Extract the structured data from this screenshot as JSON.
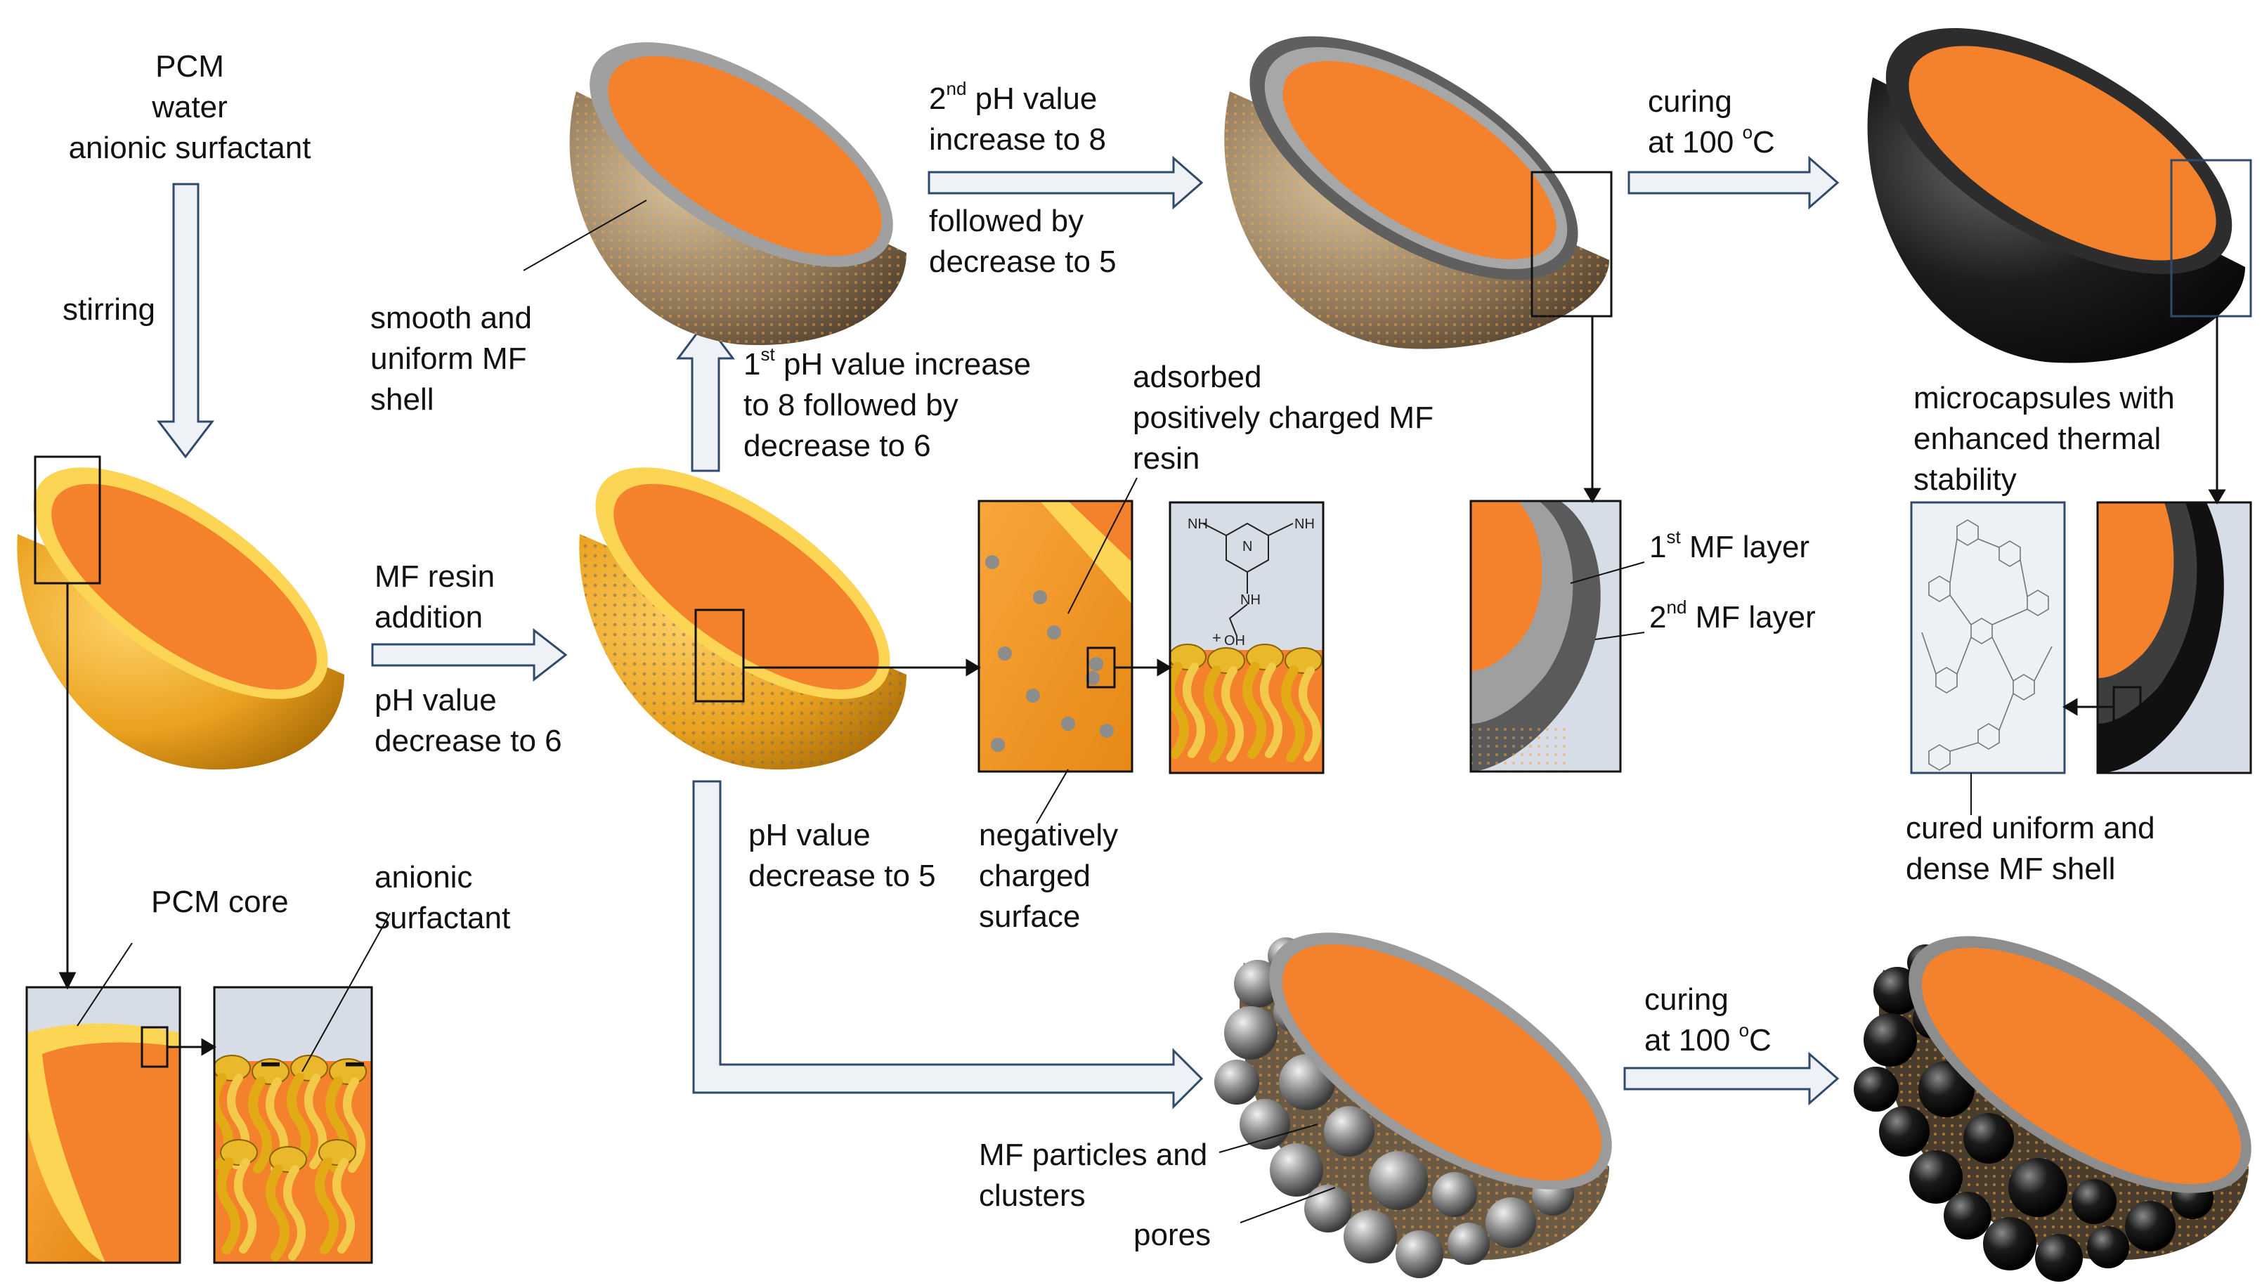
{
  "labels": {
    "inputs": [
      "PCM",
      "water",
      "anionic surfactant"
    ],
    "stirring": "stirring",
    "mf_resin_addition": [
      "MF resin",
      "addition"
    ],
    "ph_decrease_6": [
      "pH value",
      "decrease to 6"
    ],
    "smooth_shell": [
      "smooth and",
      "uniform MF",
      "shell"
    ],
    "first_ph": {
      "ordinal": "1",
      "sup": "st",
      "line1_rest": " pH value increase",
      "line2": "to 8 followed by",
      "line3": "decrease to 6"
    },
    "second_ph": {
      "ordinal": "2",
      "sup": "nd",
      "line1_rest": " pH value",
      "line2": "increase to 8",
      "line3": "followed by",
      "line4": "decrease to 5"
    },
    "curing_top": [
      "curing",
      "at 100 ",
      "C"
    ],
    "curing_bottom": [
      "curing",
      "at 100 ",
      "C"
    ],
    "degree_sup": "o",
    "adsorbed": [
      "adsorbed",
      "positively charged MF",
      "resin"
    ],
    "negatively": [
      "negatively",
      "charged",
      "surface"
    ],
    "ph_decrease_5": [
      "pH value",
      "decrease to 5"
    ],
    "first_layer": {
      "ordinal": "1",
      "sup": "st",
      "rest": " MF layer"
    },
    "second_layer": {
      "ordinal": "2",
      "sup": "nd",
      "rest": " MF layer"
    },
    "microcapsules": [
      "microcapsules with",
      "enhanced thermal",
      "stability"
    ],
    "cured_shell": [
      "cured uniform and",
      "dense MF shell"
    ],
    "pcm_core": "PCM core",
    "anionic_surfactant": [
      "anionic",
      "surfactant"
    ],
    "mf_particles": [
      "MF particles and",
      "clusters"
    ],
    "pores": "pores",
    "chem_nh": "NH",
    "chem_n": "N",
    "chem_oh2": "OH",
    "chem_plus": "+",
    "chem_minus": "−"
  },
  "colors": {
    "pcm_orange": "#f4812c",
    "gold": "#f2b233",
    "light_gold": "#fcd555",
    "mf_gray": "#9a9a9a",
    "cured_black": "#1b1b1b",
    "arrow_fill": "#eef2f7",
    "arrow_stroke": "#2f4a6b",
    "panel_bg": "#d7dde6"
  }
}
